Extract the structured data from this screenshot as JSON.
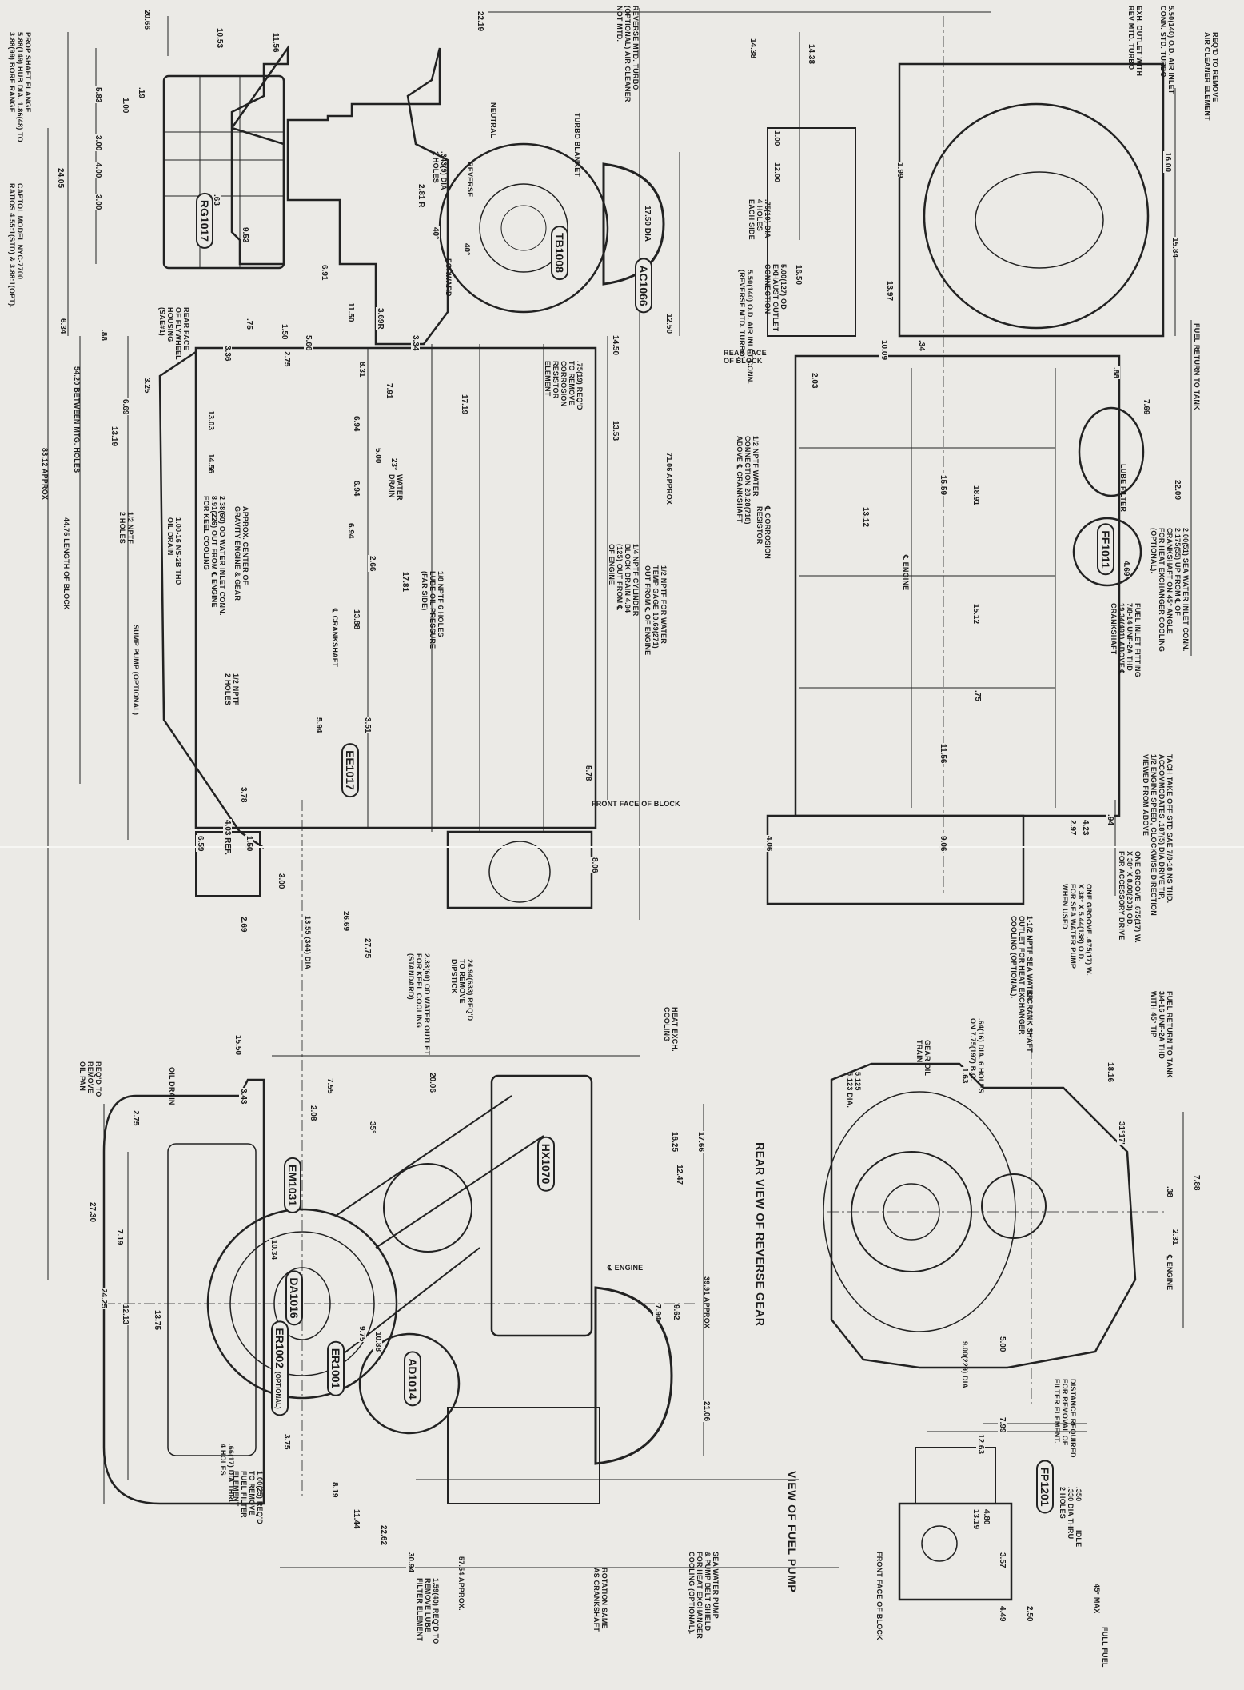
{
  "view_titles": [
    "REAR VIEW OF REVERSE GEAR",
    "VIEW OF FUEL PUMP"
  ],
  "part_numbers": [
    "RG1017",
    "TB1008",
    "AC1066",
    "EE1017",
    "FF1011",
    "HX1070",
    "EM1031",
    "DA1016",
    "ER1002",
    "ER1001",
    "AD1014",
    "FP1201"
  ],
  "part_number_notes": {
    "ER1002": "(OPTIONAL)"
  },
  "callouts": [
    "PROP SHAFT FLANGE\n5.88(149) HUB DIA. 1.86(48) TO\n3.88(99) BORE RANGE",
    "CAPTOL MODEL NYC-7700\nRATIOS 4.55:1(STD) & 3.88:1(OPT).",
    "83.12 APPROX",
    "54.20 BETWEEN MTG. HOLES",
    "44.75 LENGTH OF BLOCK",
    "REAR FACE\nOF FLYWHEEL\nHOUSING\n(SAE#1)",
    "1/2 NPTF\n2 HOLES",
    "1.00-16 NS-2B THD\nOIL DRAIN",
    "2.38(60) OD WATER INLET CONN.\n8.91(226) OUT FROM ℄ ENGINE\nFOR KEEL COOLING",
    "APPROX. CENTER OF\nGRAVITY-ENGINE & GEAR",
    "SUMP PUMP (OPTIONAL)",
    "1/2 NPTF\n2 HOLES",
    "NEUTRAL",
    "REVERSE",
    "FORWARD",
    ".343(9) DIA\n2 HOLES",
    "TURBO BLANKET",
    "REVERSE MTD. TURBO\n(OPTIONAL) AIR CLEANER\nNOT MTD.",
    ".75(19) REQ'D\nTO REMOVE\nCORROSION\nRESISTOR\nELEMENT",
    "WATER\nDRAIN",
    "℄ CRANKSHAFT",
    "1/8 NPTF 6 HOLES\nLUBE OIL PRESSURE\n(FAR SIDE)",
    "1/4 NPTF CYLINDER\nBLOCK DRAIN 4.94\n(125) OUT FROM ℄\nOF ENGINE",
    "1/2 NPTF FOR WATER\nTEMP GAGE 10.69(271)\nOUT FROM ℄ OF ENGINE",
    "71.06 APPROX",
    "FRONT FACE OF BLOCK",
    "REAR FACE\nOF BLOCK",
    "5.50(140) O.D. AIR INLET CONN.\n(REVERSE MTD. TURBO)",
    "5.00(127) OD\nEXHAUST OUTLET\nCONNECTION",
    ".75(19) DIA\n4 HOLES\nEACH SIDE",
    "1/2 NPTF WATER\nCONNECTION 28.28(718)\nABOVE ℄ CRANKSHAFT",
    "℄ CORROSION\nRESISTOR",
    "℄ ENGINE",
    "5.50(140) O.D. AIR INLET\nCONN. STD. TURBO",
    "EXH. OUTLET WITH\nREV MTD. TURBO",
    "REQ'D TO REMOVE\nAIR CLEANER ELEMENT",
    "FUEL RETURN TO TANK",
    "LUBE FILTER",
    "2.00(51) SEA WATER INLET CONN.\n2.175(55) UP FROM ℄ OF\nCRANKSHAFT ON 45° ANGLE\nFOR HEAT EXCHANGER COOLING\n(OPTIONAL).",
    "FUEL INLET FITTING\n7/8-14 UNF-2A THD\n19.34(491) ABOVE ℄\nCRANKSHAFT",
    "TACH TAKE OFF STD SAE 7/8-18 NS THD.\nACCOMMODATES .187(5) DIA DRIVE TIP,\n1/2 ENGINE SPEED, CLOCKWISE DIRECTION\nVIEWED FROM ABOVE",
    "ONE GROOVE .675(17) W.\nX 38° X 8.00(203) OD.\nFOR ACCESSORY DRIVE",
    "ONE GROOVE .675(17) W.\nX 38° X 5.44(138) O.D.\nFOR SEA WATER PUMP\nWHEN USED",
    "1-1/2 NPTF SEA WATER\nOUTLET FOR HEAT EXCHANGER\nCOOLING (OPTIONAL).",
    "℄ CRANK SHAFT",
    "REQ'D TO\nREMOVE\nOIL PAN",
    "OIL DRAIN",
    "2.38(60) OD WATER OUTLET\nFOR KEEL COOLING\n(STANDARD)",
    "24.94(633) REQ'D\nTO REMOVE\nDIPSTICK",
    "HEAT EXCH.\nCOOLING",
    ".66(17) DIA THRU\n4 HOLES",
    "1.00(25) REQ'D\nTO REMOVE\nFUEL FILTER\nELEMENT",
    "57.54 APPROX.",
    "1.59(40) REQ'D TO\nREMOVE LUBE\nFILTER ELEMENT",
    "ROTATION SAME\nAS CRANKSHAFT",
    "SEA WATER PUMP\n& PUMP BELT SHIELD\nFOR HEAT EXCHANGER\nCOOLING (OPTIONAL).",
    "39.91 APPROX",
    "℄ ENGINE",
    "GEAR OIL\nTRAIN",
    "5.125\n5.123 DIA.",
    ".64(16) DIA. 6 HOLES\nON 7.75(197) B.C.",
    "FUEL RETURN TO TANK\n3/4-16 UNF-2A THD\nWITH 45° TIP",
    "℄ ENGINE",
    "DISTANCE REQUIRED\nFOR REMOVAL OF\nFILTER ELEMENT.",
    ".350\n.330 DIA THRU\n2 HOLES",
    "FRONT FACE OF BLOCK",
    "IDLE",
    "45° MAX",
    "FULL FUEL",
    "9.00(229) DIA",
    "13.55 (344) DIA"
  ],
  "dimensions": [
    "20.66",
    "10.53",
    "11.56",
    "22.19",
    "5.83",
    ".19",
    "1.00",
    "3.00",
    "4.00",
    "3.00",
    "24.05",
    ".63",
    "9.53",
    "6.34",
    ".88",
    "3.36",
    ".75",
    "2.75",
    "1.50",
    "5.66",
    "6.91",
    "2.81 R",
    "40°",
    "40°",
    "11.50",
    "3.69R",
    "3.34",
    "17.50 DIA",
    "12.50",
    "14.50",
    "3.25",
    "6.69",
    "13.19",
    "13.03",
    "14.56",
    "8.31",
    "7.91",
    "17.19",
    "6.94",
    "5.00",
    "23°",
    "6.94",
    "6.94",
    "2.66",
    "17.81",
    "13.88",
    "13.53",
    "5.94",
    "3.51",
    "3.78",
    "4.03 REF.",
    "1.50",
    "6.59",
    "3.00",
    "5.78",
    "8.06",
    "2.69",
    "26.69",
    "27.75",
    "14.38",
    "14.38",
    "1.00",
    "12.00",
    "16.50",
    "2.03",
    "1.99",
    "13.97",
    "10.09",
    ".34",
    "13.12",
    "15.59",
    "18.91",
    "15.12",
    ".75",
    "11.56",
    "4.06",
    "9.06",
    "2.97",
    "4.23",
    ".94",
    "16.00",
    "15.84",
    ".88",
    "7.69",
    "22.09",
    "4.69",
    "15.50",
    "2.75",
    "3.43",
    "2.08",
    "7.55",
    "20.06",
    "35°",
    "16.25",
    "17.66",
    "12.47",
    "7.94",
    "9.62",
    "21.06",
    "27.30",
    "7.19",
    "24.25",
    "12.13",
    "13.75",
    "10.34",
    "9.75",
    "10.88",
    "3.75",
    "8.19",
    "11.44",
    "22.62",
    "30.94",
    "1.63",
    "18.16",
    "31°17'",
    "7.88",
    ".38",
    "2.31",
    "5.00",
    "7.99",
    "12.63",
    "4.80",
    "13.19",
    "3.57",
    "4.49",
    "2.50"
  ]
}
